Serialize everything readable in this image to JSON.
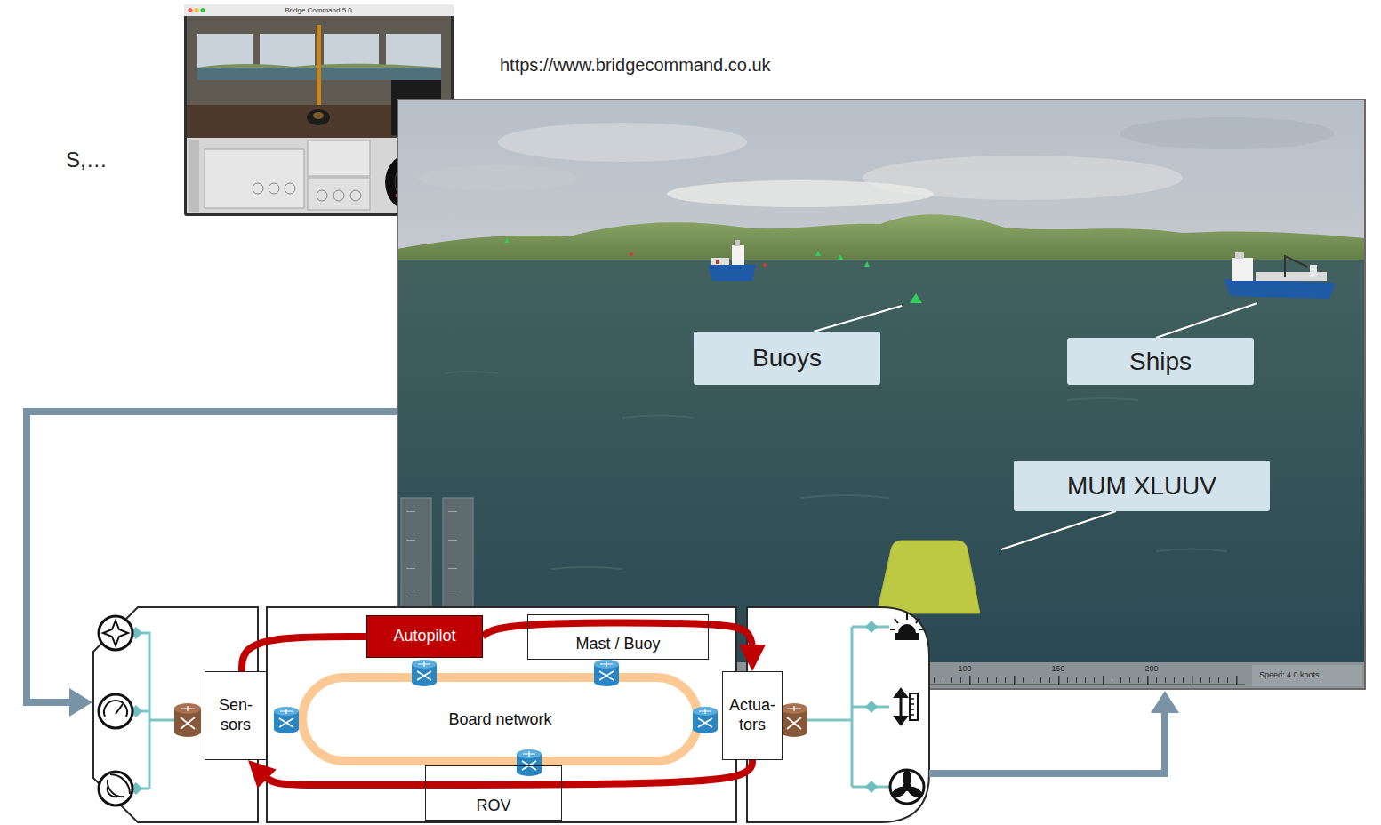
{
  "diagram": {
    "nodes": [
      {
        "text": [
          "Buoys"
        ]
      },
      {
        "text": [
          "Ships"
        ]
      },
      {
        "text": [
          "MUM XLUUV"
        ]
      },
      {
        "text": [
          "Autopilot"
        ]
      },
      {
        "text": [
          "Mast / Buoy"
        ]
      },
      {
        "text": [
          "Sen- sors"
        ]
      },
      {
        "text": [
          "Board network"
        ]
      },
      {
        "text": [
          "Actua- tors"
        ]
      },
      {
        "text": [
          "ROV"
        ]
      }
    ],
    "edges": [
      {
        "from": 5,
        "to": 3,
        "arrow": "none"
      },
      {
        "from": 3,
        "to": 7,
        "arrow": "to"
      },
      {
        "from": 7,
        "to": 5,
        "arrow": "to"
      }
    ],
    "labels": [
      "https://www.bridgecommand.co.uk",
      "S,…",
      "Bridge Command 5.0",
      "100",
      "150",
      "200",
      "Speed: 4.0 knots"
    ]
  }
}
